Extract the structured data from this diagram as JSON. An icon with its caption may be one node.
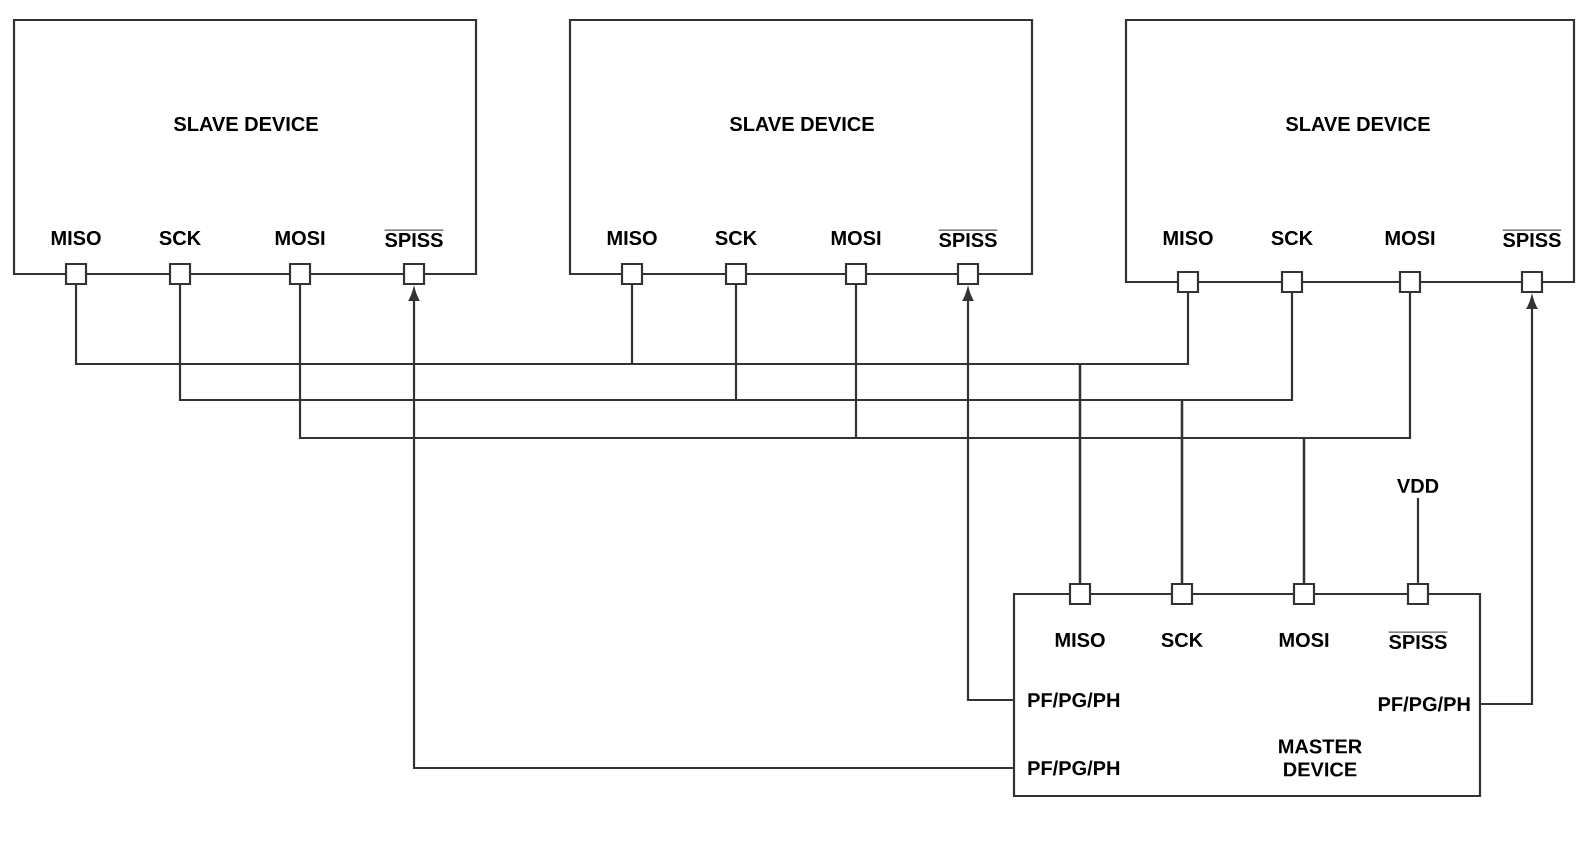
{
  "diagram": {
    "nodes": [
      {
        "text": [
          "SLAVE DEVICE",
          "MISO",
          "SCK",
          "MOSI",
          "SPISS"
        ]
      },
      {
        "text": [],
        "shape": "box"
      },
      {
        "text": [],
        "shape": "box"
      },
      {
        "text": [],
        "shape": "box"
      },
      {
        "text": [],
        "shape": "box"
      },
      {
        "text": [
          "SLAVE DEVICE",
          "MISO",
          "SCK",
          "MOSI",
          "SPISS"
        ]
      },
      {
        "text": [],
        "shape": "box"
      },
      {
        "text": [],
        "shape": "box"
      },
      {
        "text": [],
        "shape": "box"
      },
      {
        "text": [],
        "shape": "box"
      },
      {
        "text": [
          "SLAVE DEVICE",
          "MISO",
          "SCK",
          "MOSI",
          "SPISS"
        ]
      },
      {
        "text": [],
        "shape": "box"
      },
      {
        "text": [],
        "shape": "box"
      },
      {
        "text": [],
        "shape": "box"
      },
      {
        "text": [],
        "shape": "box"
      },
      {
        "text": [
          "MISO",
          "SCK",
          "MOSI",
          "SPISS",
          "PF/PG/PH",
          "PF/PG/PH",
          "PF/PG/PH",
          "MASTER DEVICE"
        ]
      },
      {
        "text": [],
        "shape": "box"
      },
      {
        "text": [],
        "shape": "box"
      },
      {
        "text": [],
        "shape": "box"
      },
      {
        "text": [],
        "shape": "box"
      },
      {
        "text": [
          "VDD"
        ]
      }
    ],
    "edges": [
      {
        "from": 16,
        "to": 1,
        "arrow": "none"
      },
      {
        "from": 16,
        "to": 6,
        "arrow": "none"
      },
      {
        "from": 16,
        "to": 11,
        "arrow": "none"
      },
      {
        "from": 17,
        "to": 2,
        "arrow": "none"
      },
      {
        "from": 17,
        "to": 7,
        "arrow": "none"
      },
      {
        "from": 17,
        "to": 12,
        "arrow": "none"
      },
      {
        "from": 18,
        "to": 3,
        "arrow": "none"
      },
      {
        "from": 18,
        "to": 8,
        "arrow": "none"
      },
      {
        "from": 18,
        "to": 13,
        "arrow": "none"
      },
      {
        "from": 15,
        "to": 4,
        "arrow": "to"
      },
      {
        "from": 15,
        "to": 9,
        "arrow": "to"
      },
      {
        "from": 15,
        "to": 14,
        "arrow": "to"
      },
      {
        "from": 20,
        "to": 19,
        "arrow": "none"
      }
    ]
  }
}
